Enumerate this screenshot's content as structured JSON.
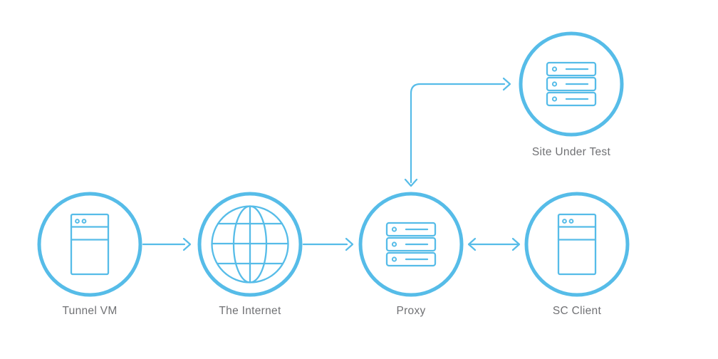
{
  "diagram": {
    "type": "network-architecture",
    "nodes": [
      {
        "id": "tunnel-vm",
        "label": "Tunnel VM",
        "icon": "server-tower-icon"
      },
      {
        "id": "the-internet",
        "label": "The Internet",
        "icon": "globe-icon"
      },
      {
        "id": "proxy",
        "label": "Proxy",
        "icon": "server-rack-icon"
      },
      {
        "id": "sc-client",
        "label": "SC Client",
        "icon": "server-tower-icon"
      },
      {
        "id": "site-under-test",
        "label": "Site Under Test",
        "icon": "server-rack-icon"
      }
    ],
    "connections": [
      {
        "from": "tunnel-vm",
        "to": "the-internet",
        "arrows": "forward",
        "shape": "straight"
      },
      {
        "from": "the-internet",
        "to": "proxy",
        "arrows": "forward",
        "shape": "straight"
      },
      {
        "from": "proxy",
        "to": "sc-client",
        "arrows": "both",
        "shape": "straight"
      },
      {
        "from": "proxy",
        "to": "site-under-test",
        "arrows": "both",
        "shape": "elbow"
      }
    ]
  },
  "colors": {
    "accent": "#56BCE8",
    "label": "#707174",
    "background": "#FFFFFF"
  }
}
